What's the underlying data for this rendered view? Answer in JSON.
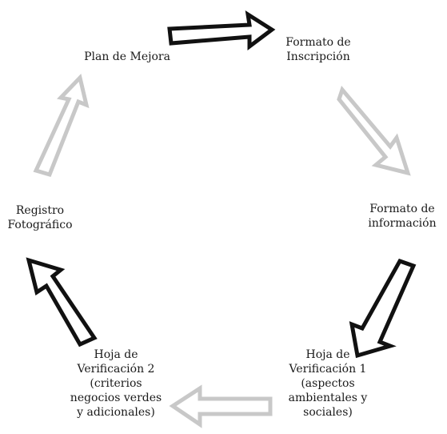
{
  "nodes": {
    "plan": [
      "Plan de Mejora"
    ],
    "formato_inscripcion": [
      "Formato de",
      "Inscripción"
    ],
    "formato_informacion": [
      "Formato de",
      "información"
    ],
    "hoja_1": [
      "Hoja de",
      "Verificación 1",
      "(aspectos",
      "ambientales y",
      "sociales)"
    ],
    "hoja_2": [
      "Hoja de",
      "Verificación 2",
      "(criterios",
      "negocios verdes",
      "y adicionales)"
    ],
    "registro": [
      "Registro",
      "Fotográfico"
    ]
  },
  "colors": {
    "arrow_dark": "#111111",
    "arrow_light": "#c8c8c8",
    "text": "#1a1a1a"
  }
}
